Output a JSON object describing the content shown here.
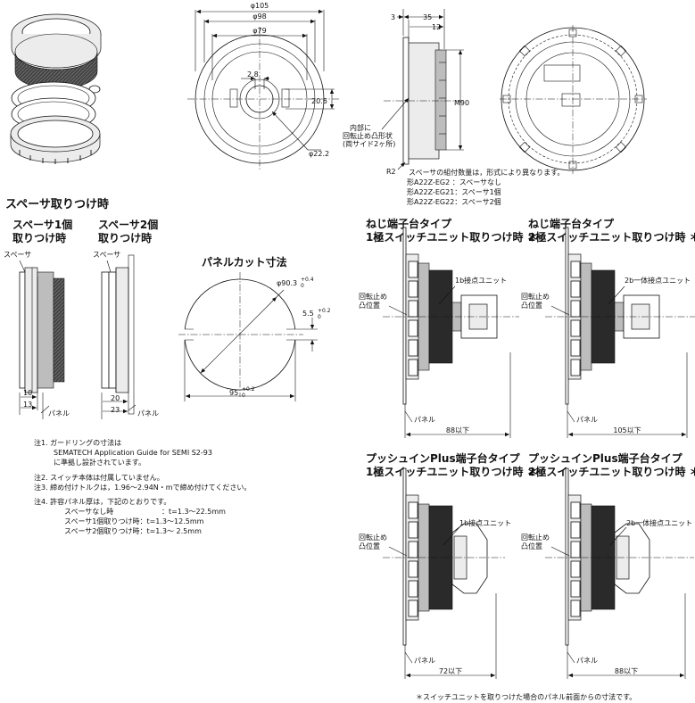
{
  "section": {
    "title": "スペーサ取りつけ時"
  },
  "top": {
    "dims": {
      "d105": "φ105",
      "d98": "φ98",
      "d79": "φ79",
      "d28": "2.8",
      "d206": "20.6",
      "d222": "φ22.2",
      "d3": "3",
      "d35": "35",
      "d12": "12",
      "m90": "M90",
      "r2": "R2"
    },
    "anti_rotation": [
      "内部に",
      "回転止め凸形状",
      "(両サイド2ヶ所)"
    ],
    "spacer_note": [
      "スペーサの組付数量は，形式により異なります。",
      "形A22Z-EG2 ：スペーサなし",
      "形A22Z-EG21：スペーサ1個",
      "形A22Z-EG22：スペーサ2個"
    ]
  },
  "spacer1": {
    "title": [
      "スペーサ1個",
      "取りつけ時"
    ],
    "spacer_label": "スペーサ",
    "d10": "10",
    "d13": "13",
    "panel": "パネル"
  },
  "spacer2": {
    "title": [
      "スペーサ2個",
      "取りつけ時"
    ],
    "spacer_label": "スペーサ",
    "d20": "20",
    "d23": "23",
    "panel": "パネル"
  },
  "cutout": {
    "title": "パネルカット寸法",
    "d903": "φ90.3",
    "d903_tol_up": "+0.4",
    "d903_tol_lo": "0",
    "d55": "5.5",
    "d55_tol_up": "+0.2",
    "d55_tol_lo": "0",
    "d95": "95",
    "d95_tol_up": "+0.2",
    "d95_tol_lo": "0"
  },
  "views": [
    {
      "title": [
        "ねじ端子台タイプ",
        "1極スイッチユニット取りつけ時 ＊"
      ],
      "contact": "1b接点ユニット",
      "rot": [
        "回転止め",
        "凸位置"
      ],
      "panel": "パネル",
      "dim": "88以下"
    },
    {
      "title": [
        "ねじ端子台タイプ",
        "2極スイッチユニット取りつけ時 ＊"
      ],
      "contact": "2b一体接点ユニット",
      "rot": [
        "回転止め",
        "凸位置"
      ],
      "panel": "パネル",
      "dim": "105以下"
    },
    {
      "title": [
        "プッシュインPlus端子台タイプ",
        "1極スイッチユニット取りつけ時 ＊"
      ],
      "contact": "1b接点ユニット",
      "rot": [
        "回転止め",
        "凸位置"
      ],
      "panel": "パネル",
      "dim": "72以下"
    },
    {
      "title": [
        "プッシュインPlus端子台タイプ",
        "2極スイッチユニット取りつけ時 ＊"
      ],
      "contact": "2b一体接点ユニット",
      "rot": [
        "回転止め",
        "凸位置"
      ],
      "panel": "パネル",
      "dim": "88以下"
    }
  ],
  "notes": {
    "n1": [
      "注1. ガードリングの寸法は",
      "SEMATECH Application Guide for SEMI S2-93",
      "に準拠し設計されています。"
    ],
    "n2": "注2. スイッチ本体は付属していません。",
    "n3": "注3. 締め付けトルクは，1.96〜2.94N・mで締め付けてください。",
    "n4": [
      "注4. 許容パネル厚は，下記のとおりです。",
      "スペーサなし時",
      "：t=1.3〜22.5mm",
      "スペーサ1個取りつけ時：t=1.3〜12.5mm",
      "スペーサ2個取りつけ時：t=1.3〜 2.5mm"
    ]
  },
  "footnote": "＊スイッチユニットを取りつけた場合のパネル前面からの寸法です。"
}
